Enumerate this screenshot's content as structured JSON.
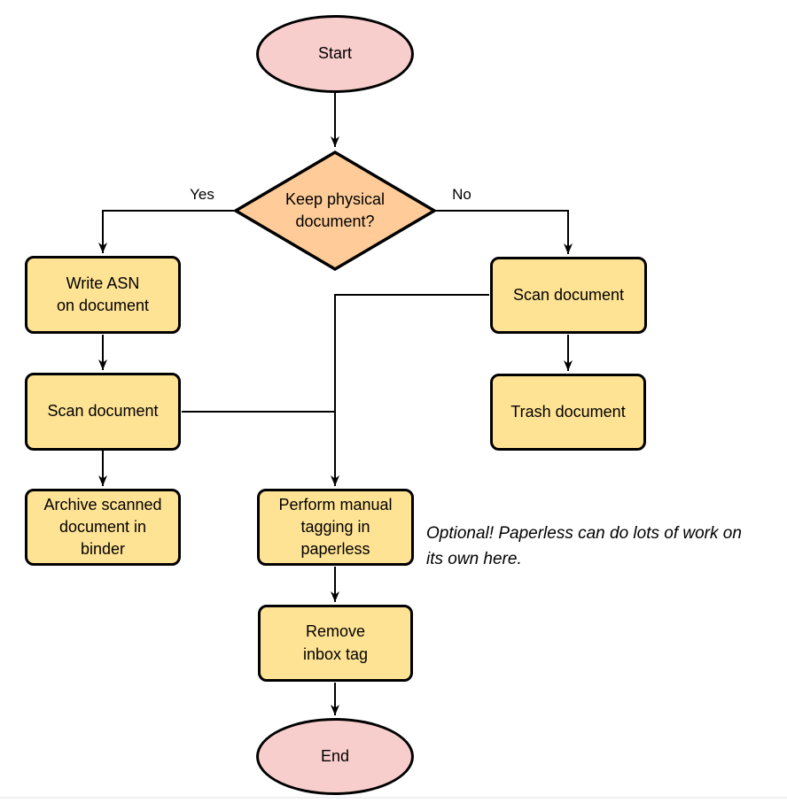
{
  "diagram": {
    "type": "flowchart",
    "nodes": {
      "start": {
        "label": "Start",
        "shape": "ellipse"
      },
      "decision": {
        "label": "Keep physical\ndocument?",
        "shape": "diamond"
      },
      "write_asn": {
        "label": "Write ASN\non document",
        "shape": "process"
      },
      "scan_left": {
        "label": "Scan document",
        "shape": "process"
      },
      "archive": {
        "label": "Archive scanned\ndocument in\nbinder",
        "shape": "process"
      },
      "scan_right": {
        "label": "Scan document",
        "shape": "process"
      },
      "trash": {
        "label": "Trash document",
        "shape": "process"
      },
      "tagging": {
        "label": "Perform manual\ntagging in\npaperless",
        "shape": "process"
      },
      "remove_inbox": {
        "label": "Remove\ninbox tag",
        "shape": "process"
      },
      "end": {
        "label": "End",
        "shape": "ellipse"
      }
    },
    "edge_labels": {
      "yes": "Yes",
      "no": "No"
    },
    "note": "Optional! Paperless can do lots of work on\nits own here.",
    "colors": {
      "terminal_fill": "#F8CECC",
      "decision_fill": "#FFCC99",
      "process_fill": "#FFE395",
      "stroke": "#000000",
      "background": "#FFFFFF"
    }
  }
}
